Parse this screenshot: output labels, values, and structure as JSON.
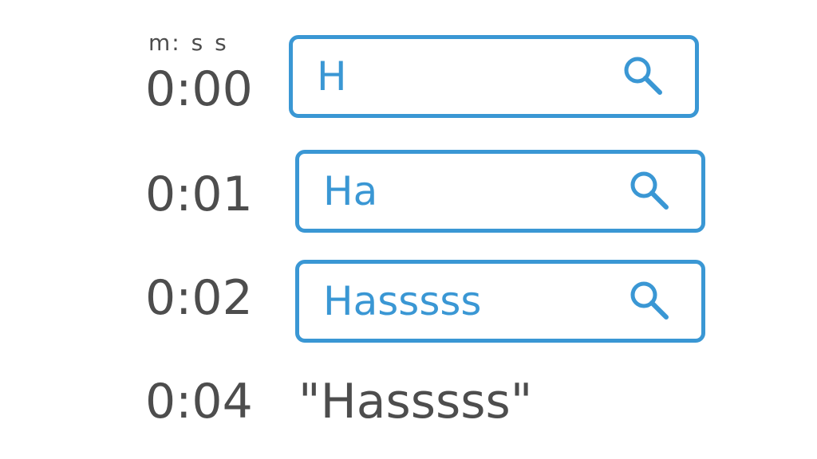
{
  "header": {
    "time_format": "m: s s"
  },
  "rows": [
    {
      "time": "0:00",
      "query": "H"
    },
    {
      "time": "0:01",
      "query": "Ha"
    },
    {
      "time": "0:02",
      "query": "Hasssss"
    }
  ],
  "final": {
    "time": "0:04",
    "query": "\"Hasssss\""
  },
  "colors": {
    "accent": "#3a97d4",
    "text": "#4d4d4d"
  },
  "icons": {
    "search": "search-icon"
  }
}
